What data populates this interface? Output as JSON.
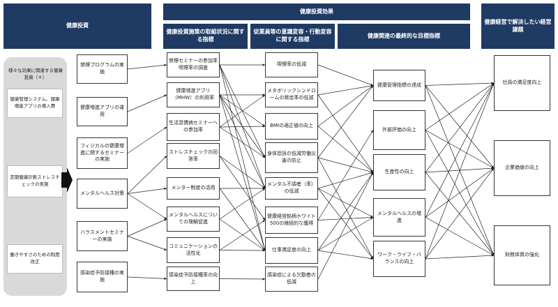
{
  "headers": {
    "investment": "健康投資",
    "effect": "健康投資効果",
    "indicator1": "健康投資施策の取組状況に関する指標",
    "indicator2": "従業員等の意識変容・行動変容に関する指標",
    "indicator3": "健康関連の最終的な目標指標",
    "issues": "健康経営で解決したい経営課題"
  },
  "left_panel": {
    "note": "様々な効果に関連する健康投資（＊）",
    "items": [
      "健康管理システム、健康増進アプリの導入費",
      "定期健康診断ストレスチェックの実施",
      "働きやすさのための制度改正"
    ]
  },
  "col1": [
    "禁煙プログラムの実施",
    "健康増進アプリの運用",
    "フィジカルの健康増進に関するセミナーの実施",
    "メンタルヘルス対策",
    "ハラスメントセミナーの実施",
    "感染症予防接種の実施"
  ],
  "col2": [
    "禁煙セミナーの参加率喫煙率の調査",
    "健康増進アプリ（MHW）の利用率",
    "生活習慣病セミナーへの参加率",
    "ストレスチェックの回答率",
    "メンター制度の活用",
    "メンタルヘルスについての理解促進",
    "コミュニケーションの活性化",
    "感染症予防接種率の向上"
  ],
  "col3": [
    "喫煙率の低減",
    "メタボリックシンドロームの発症率の低減",
    "BMIの適正値の向上",
    "身体恐訴の低減労働災害の防止",
    "メンタル不調者（率）の低減",
    "健康経営銘柄ホワイト500の継続的な獲得",
    "仕事満足度の向上",
    "感染症による欠勤者の低減"
  ],
  "col4": [
    "健康管理指標の達成",
    "外部評価の向上",
    "生産性の向上",
    "メンタルヘルスの増進",
    "ワーク・ライフ・バランスの向上"
  ],
  "col5": [
    "社員の満足度向上",
    "企業価値の向上",
    "財務体質の強化"
  ]
}
